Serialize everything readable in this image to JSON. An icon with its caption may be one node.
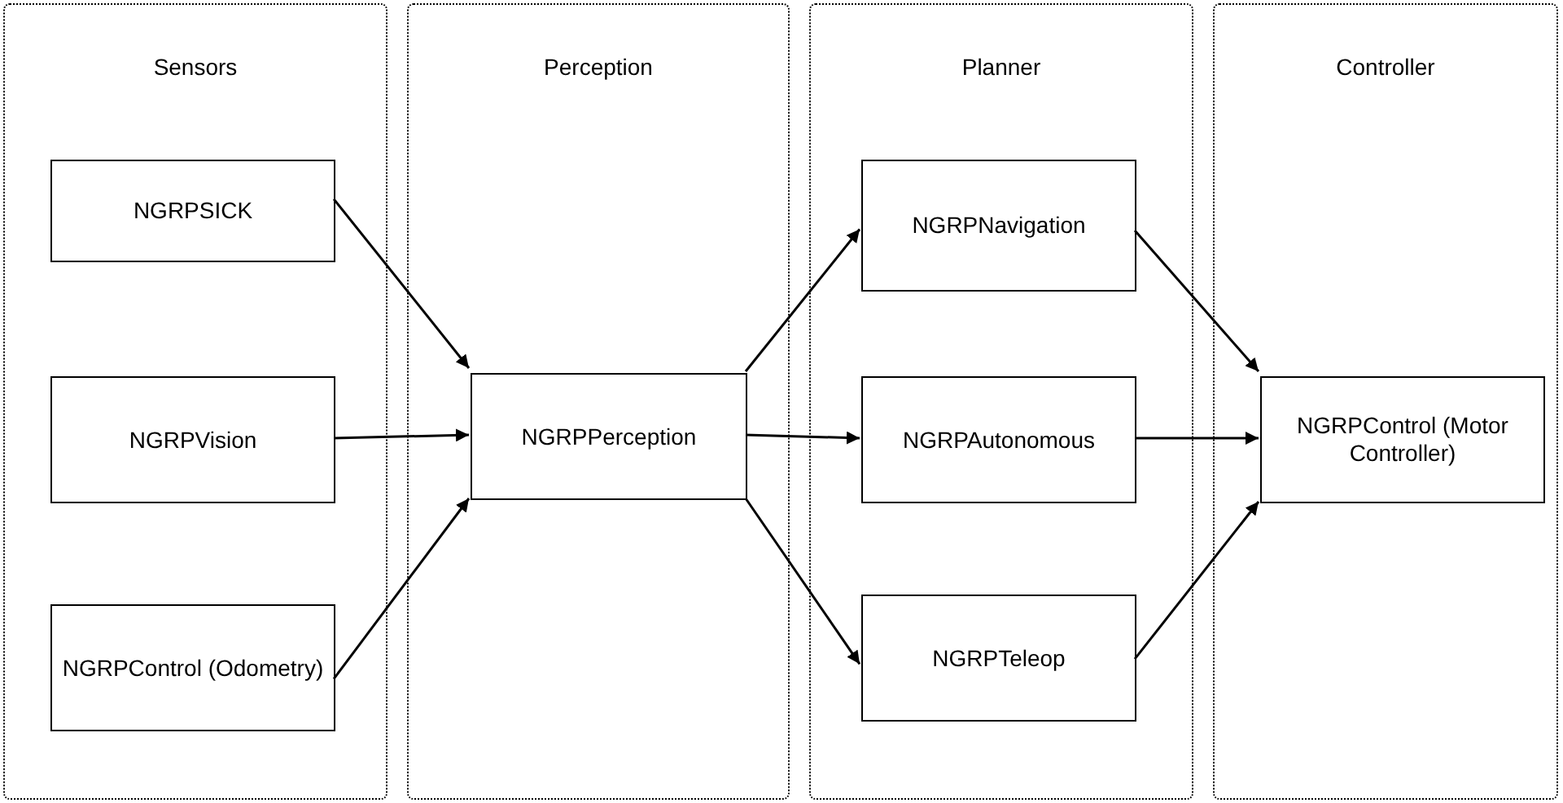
{
  "diagram": {
    "nodes": [
      {
        "text": [
          "Sensors"
        ]
      },
      {
        "text": [
          "NGRPSICK"
        ],
        "in": 0
      },
      {
        "text": [
          "NGRPVision"
        ],
        "in": 0
      },
      {
        "text": [
          "NGRPControl (Odometry)"
        ],
        "in": 0
      },
      {
        "text": [
          "Perception"
        ]
      },
      {
        "text": [
          "NGRPPerception"
        ],
        "in": 4
      },
      {
        "text": [
          "Planner"
        ]
      },
      {
        "text": [
          "NGRPNavigation"
        ],
        "in": 6
      },
      {
        "text": [
          "NGRPAutonomous"
        ],
        "in": 6
      },
      {
        "text": [
          "NGRPTeleop"
        ],
        "in": 6
      },
      {
        "text": [
          "Controller"
        ]
      },
      {
        "text": [
          "NGRPControl (Motor Controller)"
        ],
        "in": 10
      }
    ],
    "edges": [
      {
        "from": 1,
        "to": 5,
        "arrow": "to"
      },
      {
        "from": 2,
        "to": 5,
        "arrow": "to"
      },
      {
        "from": 3,
        "to": 5,
        "arrow": "to"
      },
      {
        "from": 5,
        "to": 7,
        "arrow": "to"
      },
      {
        "from": 5,
        "to": 8,
        "arrow": "to"
      },
      {
        "from": 5,
        "to": 9,
        "arrow": "to"
      },
      {
        "from": 7,
        "to": 11,
        "arrow": "to"
      },
      {
        "from": 8,
        "to": 11,
        "arrow": "to"
      },
      {
        "from": 9,
        "to": 11,
        "arrow": "to"
      }
    ]
  }
}
